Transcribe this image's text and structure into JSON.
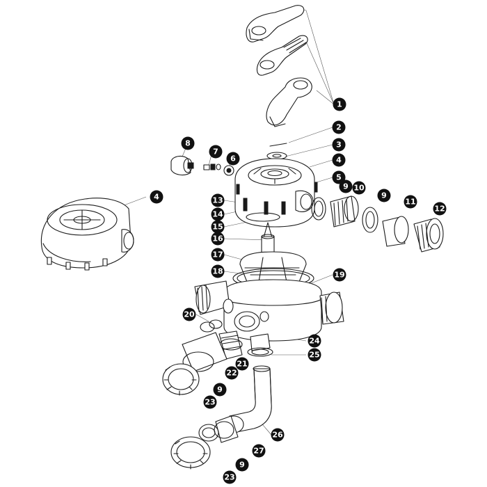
{
  "colors": {
    "line": "#1a1a1a",
    "badge_fill": "#111111",
    "badge_text": "#ffffff",
    "background": "#ffffff"
  },
  "callouts": [
    "1",
    "2",
    "3",
    "4",
    "5",
    "6",
    "7",
    "8",
    "4",
    "9",
    "10",
    "9",
    "11",
    "12",
    "13",
    "14",
    "15",
    "16",
    "17",
    "18",
    "19",
    "20",
    "21",
    "22",
    "24",
    "25",
    "9",
    "23",
    "26",
    "27",
    "9",
    "23"
  ]
}
